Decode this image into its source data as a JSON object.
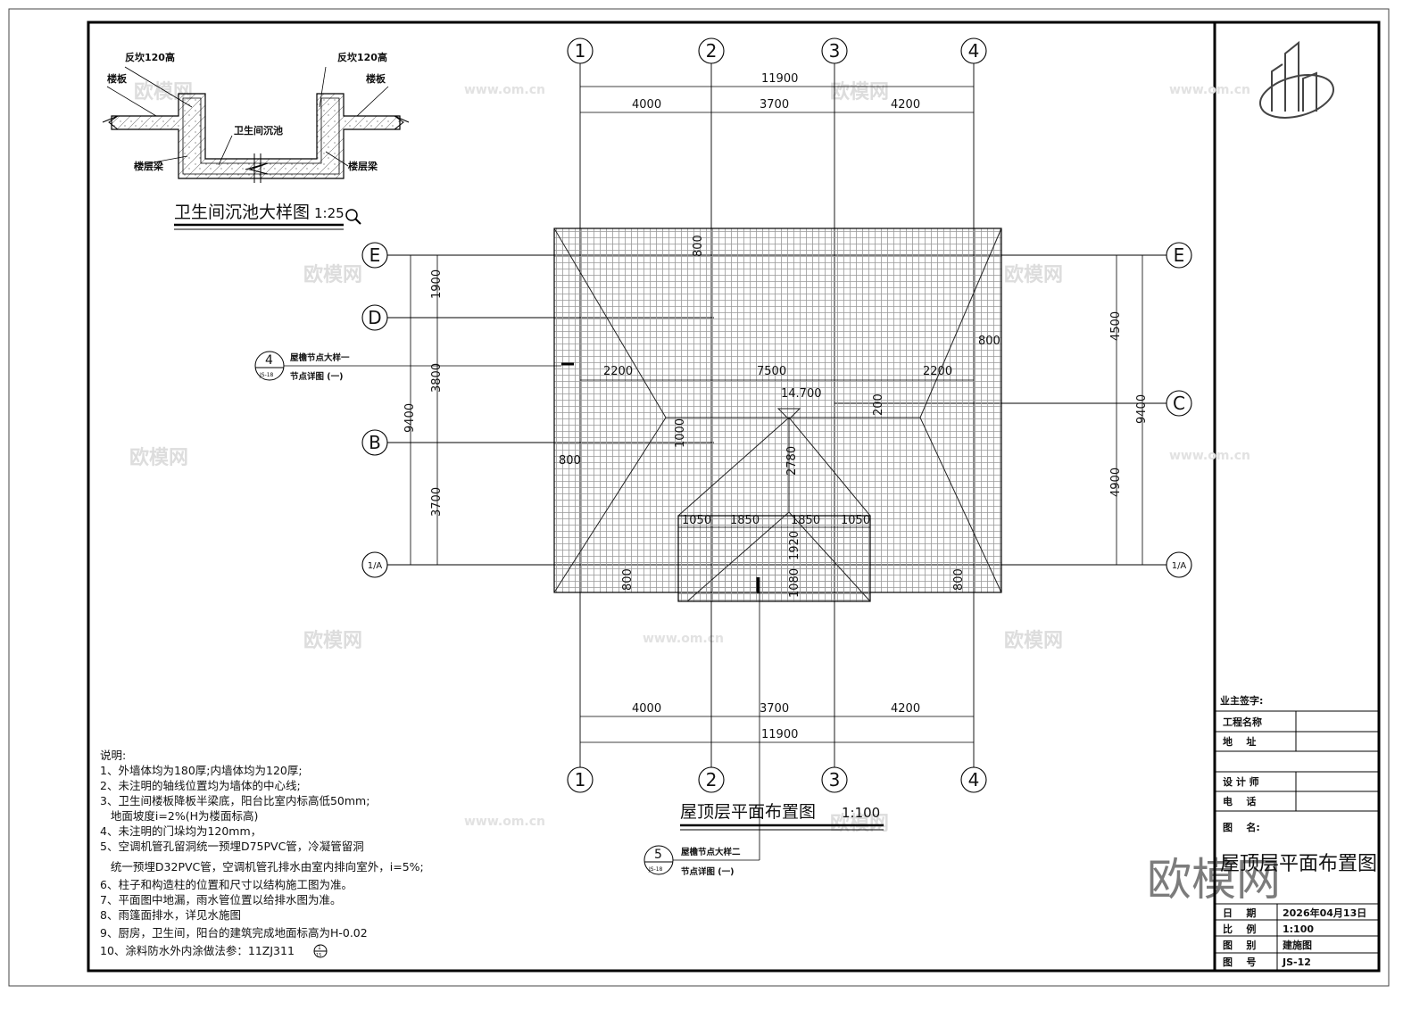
{
  "detail": {
    "title": "卫生间沉池大样图",
    "scale": "1:25",
    "labels": {
      "upturn_left": "反坎120高",
      "upturn_right": "反坎120高",
      "slab_left": "楼板",
      "slab_right": "楼板",
      "pit": "卫生间沉池",
      "beam_left": "楼层梁",
      "beam_right": "楼层梁"
    }
  },
  "plan": {
    "title": "屋顶层平面布置图",
    "scale": "1:100",
    "axes_columns": [
      "1",
      "2",
      "3",
      "4"
    ],
    "axes_rows_left": [
      "E",
      "D",
      "B",
      "1/A"
    ],
    "axes_rows_right": [
      "E",
      "C",
      "1/A"
    ],
    "dims_top_total": "11900",
    "dims_top": [
      "4000",
      "3700",
      "4200"
    ],
    "dims_bottom": [
      "4000",
      "3700",
      "4200"
    ],
    "dims_bottom_total": "11900",
    "dims_left": [
      "1900",
      "3800",
      "3700"
    ],
    "dims_left_total": "9400",
    "dims_right": [
      "4500",
      "4900"
    ],
    "dims_right_total": "9400",
    "roof_dims": {
      "eave_top": "800",
      "eave_left": "800",
      "eave_right": "800",
      "eave_bottom_left": "800",
      "eave_bottom_right": "800",
      "hip_left": "2200",
      "ridge": "7500",
      "hip_right": "2200",
      "elevation": "14.700",
      "offset_left": "1000",
      "offset_right": "200",
      "gable_depth": "2780",
      "gable_a": "1050",
      "gable_b": "1850",
      "gable_c": "1850",
      "gable_d": "1050",
      "gable_e": "1920",
      "gable_f": "1080"
    },
    "callout4": {
      "num": "4",
      "sheet": "JS-18",
      "line1": "屋檐节点大样一",
      "line2": "节点详图 (一)"
    },
    "callout5": {
      "num": "5",
      "sheet": "JS-18",
      "line1": "屋檐节点大样二",
      "line2": "节点详图 (一)"
    }
  },
  "notes": {
    "heading": "说明:",
    "items": [
      "1、外墙体均为180厚;内墙体均为120厚;",
      "2、未注明的轴线位置均为墙体的中心线;",
      "3、卫生间楼板降板半梁底，阳台比室内标高低50mm;",
      "   地面坡度i=2%(H为楼面标高)",
      "4、未注明的门垛均为120mm，",
      "5、空调机管孔留洞统一预埋D75PVC管，冷凝管留洞",
      "   统一预埋D32PVC管，空调机管孔排水由室内排向室外，i=5%;",
      "6、柱子和构造柱的位置和尺寸以结构施工图为准。",
      "7、平面图中地漏，雨水管位置以给排水图为准。",
      "8、雨篷面排水，详见水施图",
      "9、厨房，卫生间，阳台的建筑完成地面标高为H-0.02",
      "10、涂料防水外内涂做法参：11ZJ311"
    ],
    "ref_num": "1",
    "ref_sheet": "15"
  },
  "title_block": {
    "owner_sign": "业主签字:",
    "project_name_label": "工程名称",
    "project_name": "",
    "address_label": "地    址",
    "address": "",
    "designer_label": "设 计 师",
    "designer": "",
    "phone_label": "电    话",
    "phone": "",
    "drawing_name_label": "图    名:",
    "drawing_name": "屋顶层平面布置图",
    "date_label": "日    期",
    "date": "2026年04月13日",
    "scale_label": "比    例",
    "scale": "1:100",
    "category_label": "图    别",
    "category": "建施图",
    "number_label": "图    号",
    "number": "JS-12"
  },
  "watermark": {
    "brand": "欧模网",
    "url": "www.om.cn"
  },
  "colors": {
    "line": "#111111",
    "hatch": "#9a9a9a",
    "watermark": "#dddddd"
  }
}
